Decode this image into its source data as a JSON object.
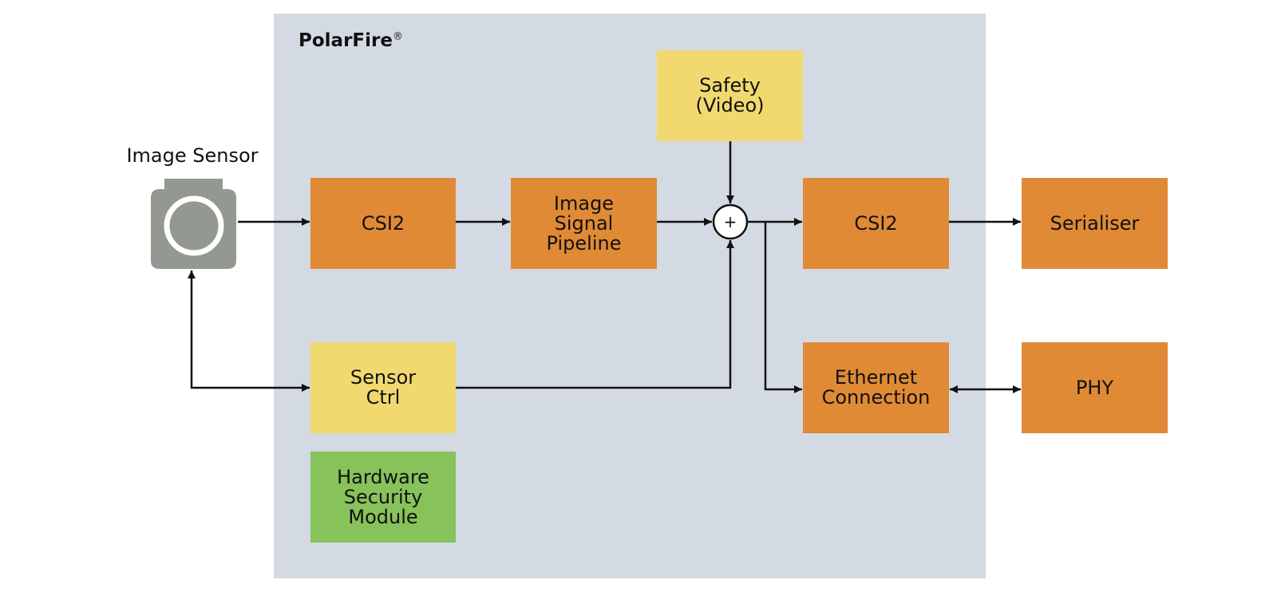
{
  "container": {
    "title": "PolarFire",
    "registered_mark": "®"
  },
  "image_sensor": {
    "label": "Image Sensor",
    "icon": "camera-icon"
  },
  "blocks": {
    "csi2_in": "CSI2",
    "isp": "Image\nSignal\nPipeline",
    "safety": "Safety\n(Video)",
    "adder_symbol": "+",
    "csi2_out": "CSI2",
    "serialiser": "Serialiser",
    "sensor_ctrl": "Sensor\nCtrl",
    "hsm": "Hardware\nSecurity\nModule",
    "ethernet": "Ethernet\nConnection",
    "phy": "PHY"
  },
  "colors": {
    "container_bg": "#d4dae4",
    "processing_block": "#e08a35",
    "control_block": "#f1d96f",
    "security_block": "#87c25a",
    "camera": "#939890"
  }
}
